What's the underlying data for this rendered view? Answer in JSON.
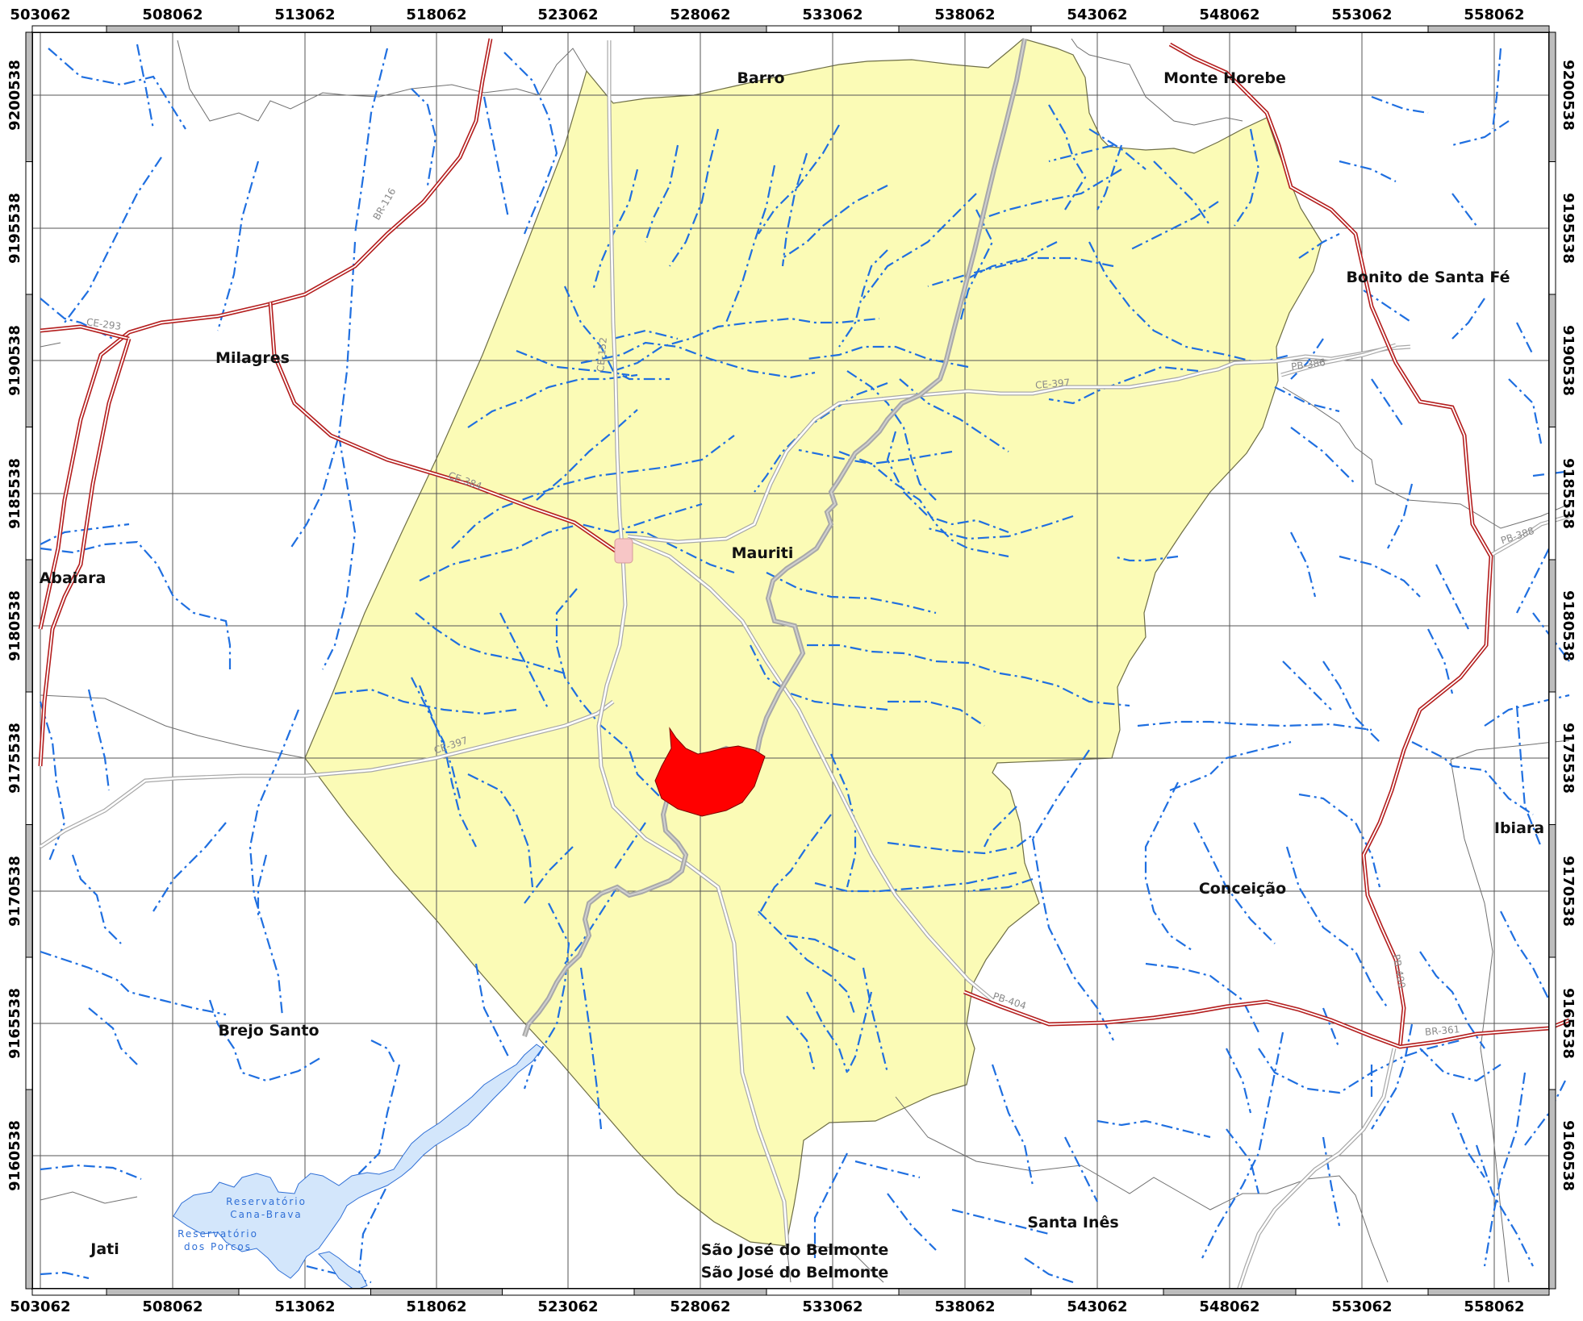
{
  "map": {
    "colors": {
      "municipality_fill": "#fbfbb6",
      "municipality_stroke": "#6e6e46",
      "river": "#1f6fe0",
      "highway_red": "#b41e1e",
      "road_gray": "#b4b4b4",
      "grid": "#555555",
      "urban_area": "#ff0000",
      "reservoir": "#d3e6fb"
    },
    "x_ticks": [
      "503062",
      "508062",
      "513062",
      "518062",
      "523062",
      "528062",
      "533062",
      "538062",
      "543062",
      "548062",
      "553062",
      "558062"
    ],
    "y_ticks": [
      "9200538",
      "9195538",
      "9190538",
      "9185538",
      "9180538",
      "9175538",
      "9170538",
      "9165538",
      "9160538"
    ],
    "places": [
      {
        "id": "barro",
        "name": "Barro"
      },
      {
        "id": "monte-horebe",
        "name": "Monte Horebe"
      },
      {
        "id": "bonito-de-santa-fe",
        "name": "Bonito de Santa Fé"
      },
      {
        "id": "milagres",
        "name": "Milagres"
      },
      {
        "id": "mauriti",
        "name": "Mauriti"
      },
      {
        "id": "abaiara",
        "name": "Abaiara"
      },
      {
        "id": "ibiara",
        "name": "Ibiara"
      },
      {
        "id": "conceicao",
        "name": "Conceição"
      },
      {
        "id": "brejo-santo",
        "name": "Brejo Santo"
      },
      {
        "id": "santa-ines",
        "name": "Santa Inês"
      },
      {
        "id": "jati",
        "name": "Jati"
      },
      {
        "id": "sao-jose-1",
        "name": "São José do Belmonte"
      },
      {
        "id": "sao-jose-2",
        "name": "São José do Belmonte"
      }
    ],
    "roads": [
      {
        "id": "br116",
        "name": "BR-116"
      },
      {
        "id": "ce293",
        "name": "CE-293"
      },
      {
        "id": "ce384",
        "name": "CE-384"
      },
      {
        "id": "ce152",
        "name": "CE-152"
      },
      {
        "id": "ce397a",
        "name": "CE-397"
      },
      {
        "id": "ce397b",
        "name": "CE-397"
      },
      {
        "id": "pb386",
        "name": "PB-386"
      },
      {
        "id": "pb388",
        "name": "PB-388"
      },
      {
        "id": "pb400",
        "name": "PB-400"
      },
      {
        "id": "pb404",
        "name": "PB-404"
      },
      {
        "id": "br361",
        "name": "BR-361"
      }
    ],
    "reservoirs": [
      {
        "id": "cana-brava",
        "lines": [
          "Reservatório",
          "Cana-Brava"
        ]
      },
      {
        "id": "porcos",
        "lines": [
          "Reservatório",
          "dos Porcos"
        ]
      }
    ]
  }
}
